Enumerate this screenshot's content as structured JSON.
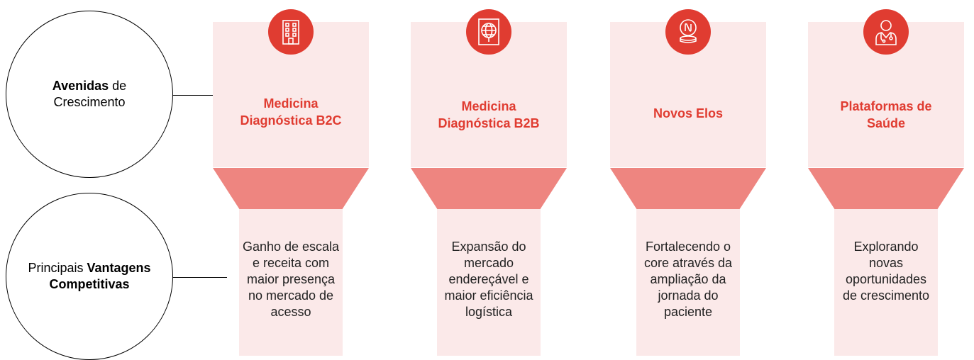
{
  "left_labels": {
    "avenues": {
      "bold": "Avenidas",
      "rest_line1": " de",
      "line2": "Crescimento"
    },
    "advantages": {
      "prefix": "Principais ",
      "bold_line1": "Vantagens",
      "bold_line2": "Competitivas"
    }
  },
  "colors": {
    "accent_red": "#e03c31",
    "light_pink": "#fbe9e9",
    "funnel_salmon": "#ee8580"
  },
  "columns": [
    {
      "icon": "building-icon",
      "title": "Medicina\nDiagnóstica B2C",
      "description": "Ganho de escala\ne receita com\nmaior presença\nno mercado de\nacesso"
    },
    {
      "icon": "globe-map-icon",
      "title": "Medicina\nDiagnóstica B2B",
      "description": "Expansão do\nmercado\nendereçável e\nmaior eficiência\nlogística"
    },
    {
      "icon": "coin-stack-icon",
      "title": "Novos Elos",
      "description": "Fortalecendo o\ncore através da\nampliação da\njornada do\npaciente"
    },
    {
      "icon": "doctor-icon",
      "title": "Plataformas de\nSaúde",
      "description": "Explorando\nnovas\noportunidades\nde crescimento"
    }
  ]
}
